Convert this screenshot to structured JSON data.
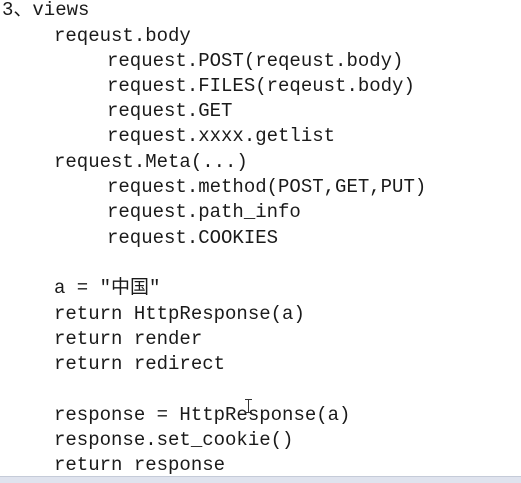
{
  "document": {
    "lines": [
      "3、views",
      "reqeust.body",
      "request.POST(reqeust.body)",
      "request.FILES(reqeust.body)",
      "request.GET",
      "request.xxxx.getlist",
      "request.Meta(...)",
      "request.method(POST,GET,PUT)",
      "request.path_info",
      "request.COOKIES",
      "a = \"中国\"",
      "return HttpResponse(a)",
      "return render",
      "return redirect",
      "response = HttpResponse(a)",
      "response.set_cookie()",
      "return response"
    ]
  },
  "colors": {
    "text": "#1a1a1a",
    "background": "#ffffff"
  },
  "icons": {
    "cursor": "i-beam-cursor-icon"
  }
}
